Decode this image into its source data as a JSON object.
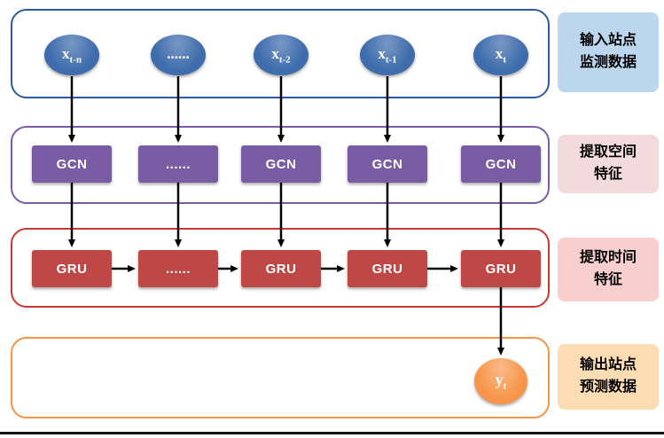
{
  "colors": {
    "node-blue": "#3e6cac",
    "row1-border": "#2d5b9e",
    "gcn-purple": "#7a5ca5",
    "row2-border": "#7a5ca5",
    "gru-red": "#bd4845",
    "row3-border": "#c53931",
    "output-orange": "#f7964b",
    "row4-border": "#f79646",
    "label1-bg": "#bcd6ee",
    "label2-bg": "#f3dbdb",
    "label3-bg": "#f8cece",
    "label4-bg": "#fcdcb3",
    "arrow": "#000000"
  },
  "input_row": {
    "nodes": [
      {
        "base": "x",
        "sub": "t-n"
      },
      {
        "base": "......",
        "sub": ""
      },
      {
        "base": "x",
        "sub": "t-2"
      },
      {
        "base": "x",
        "sub": "t-1"
      },
      {
        "base": "x",
        "sub": "t"
      }
    ]
  },
  "gcn_row": {
    "nodes": [
      {
        "label": "GCN"
      },
      {
        "label": "......"
      },
      {
        "label": "GCN"
      },
      {
        "label": "GCN"
      },
      {
        "label": "GCN"
      }
    ]
  },
  "gru_row": {
    "nodes": [
      {
        "label": "GRU"
      },
      {
        "label": "......"
      },
      {
        "label": "GRU"
      },
      {
        "label": "GRU"
      },
      {
        "label": "GRU"
      }
    ]
  },
  "output_row": {
    "node": {
      "base": "y",
      "sub": "t"
    }
  },
  "side_labels": [
    {
      "line1": "输入站点",
      "line2": "监测数据"
    },
    {
      "line1": "提取空间",
      "line2": "特征"
    },
    {
      "line1": "提取时间",
      "line2": "特征"
    },
    {
      "line1": "输出站点",
      "line2": "预测数据"
    }
  ]
}
